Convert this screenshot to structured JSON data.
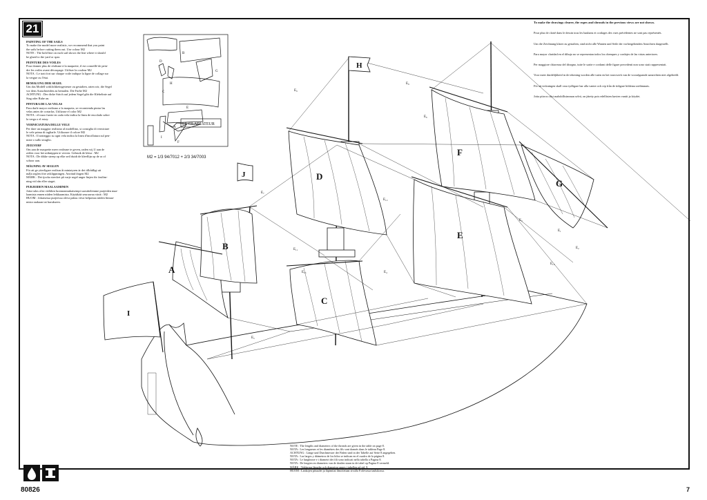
{
  "page": {
    "step_number": "21",
    "catalog_number": "80826",
    "page_number": "7",
    "formula": "M2 = 1/3 94/7012 + 2/3 34/7003"
  },
  "left_instructions": [
    {
      "heading": "PAINTING OF THE SAILS",
      "lines": [
        "To make the model more realistic, we recommend that you paint",
        "the sails before cutting them out. Use colour M2",
        "NOTE : The bold line on each sail shows the line where it should",
        "be glued to the yard or spar."
      ]
    },
    {
      "heading": "PEINTURE DES VOILES",
      "lines": [
        "Pour donner plus de réalisme à la maquette, il est conseillé de pein-",
        "dre les voiles avant découpage. Utiliser la couleur M2",
        "NOTA : Le trait fort sur chaque voile indique la ligne de collage sur",
        "la vergue ou l'étai."
      ]
    },
    {
      "heading": "BEMALUNG DER SEGEL",
      "lines": [
        "Um das Modell wirklichkeitsgetreuer zu gestalten, raten wir, die Segel",
        "vor dem Ausschneiden zu bemalen. Die Farbe M2",
        "ACHTUNG : Der dicke Strich auf jedem Segel gibt die Klebelinie auf",
        "Stag oder Rahe an."
      ]
    },
    {
      "heading": "PINTURA DE LAS VELAS",
      "lines": [
        "Para darle mayor realismo a la maqueta, se recomienda pintar las",
        "velas antes de cortarlas. Utilizase el color M2",
        "NOTA : el trazo fuerte en cada vela indica la línea de encolado sobre",
        "la verga o el estay."
      ]
    },
    {
      "heading": "VERNICIATURA DELLE VELE",
      "lines": [
        "Per dare un maggior realismo al modellino, si consiglia di verniciare",
        "le vele prima di tagliarle. Utilizzare il colore M2",
        "NOTA : Il tratteggio su ogni vela indica la linea d'incollatura sul pen-",
        "none o sullo straglio."
      ]
    },
    {
      "heading": "ZEILVERF",
      "lines": [
        "Om aan de maquette meer realisme te geven, raden wij U aan de",
        "zeilen voor het uitknippen te verven. Gebruik de kleur : M2",
        "NOTA : De dikke streep op elke zeil duidt de kleeflijn op de ra of",
        "schoor aan."
      ]
    },
    {
      "heading": "MÅLNING AV SEGLEN",
      "lines": [
        "För att ge ytterligare realism åt miniatyren är det tillrådligt att",
        "måla seglen före avklippningen. Använd färgen M2",
        "MÄRK : Det tjocka strecket på varje segel anger linjen för fastlim-",
        "ning vid rån eller staget."
      ]
    },
    {
      "heading": "PURJEIDEN MAALAAMINEN",
      "lines": [
        "Jotta tulos olisi vieläkin luonnonmukaisempi suosittelemme purjeiden maa-",
        "laamista ennen niiden leikkaamista. Käytäkää seuraavaa väriä : M2",
        "HUOM : Jokaisessa purjeessa oleva paksu viiva helpottaa niiden liimaa-",
        "mista raakaan tai harukseen."
      ]
    }
  ],
  "right_notes": [
    "To make the drawings clearer, the ropes and shrouds in the previous views are not shown.",
    "Pour plus de clarté dans le dessin tous les haubans et cordages des vues précédentes ne sont pas représentés.",
    "Um die Zeichnung klarer zu gestalten, sind nicht alle Wanten und Seile der vorhergehenden Ansichten dargestellt.",
    "Para mayor claridad en el dibujo no se representan todos los obenques y cordajes de las vistas anteriores.",
    "Per maggiore chiarezza del disegno, tutte le sartie e cordami delle figure precedenti non sono stati rappresentati.",
    "Voor meer duidelijkheid in de tekening worden alle tuien en het touwwerk van de vooraf­gaande aanzichten niet afgebeeld.",
    "För att teckningen skall vara tydligare har alla vanter och rep från de tidigare bilderna utelämnats.",
    "Jotta piirros olisi mahdollisimman selvä, on jätetty pois edellisten kuvien vantit ja köydet."
  ],
  "bottom_notes": [
    "NOTE : The lengths and diameters of the threads are given in the table on page 8.",
    "NOTA : Les longueurs et les diamètres des fils sont donnés dans le tableau Page 8.",
    "ACHTUNG : Länge und Durchmesser der Fäden sind in der Tabelle auf Seite 8 angegeben.",
    "NOTA : Las largos y diámetros de los hilos se indican en el cuadro de la página 8.",
    "NOTA : Le lunghezze e i diametri dei fili sono indicati nella tabella a Pagina 8.",
    "NOTA : De lengten en diameters van de draden staan in de tabel op Pagina 8 vermeld.",
    "MÄRK : Trådarnas längder och diametrar anges i tabellen på sid. 8.",
    "HUOM : Lankojen pituudet ja läpimitat ilmoitetaan sivulla 8 olevassa taulukossa."
  ],
  "sail_sheet": {
    "name": "LE GLADIATEUR",
    "letters": [
      "B",
      "D",
      "G",
      "H",
      "C",
      "E",
      "A",
      "I",
      "F"
    ]
  },
  "sail_letters": [
    "A",
    "B",
    "C",
    "D",
    "E",
    "F",
    "G"
  ],
  "flag_letters": [
    "H",
    "I",
    "J"
  ],
  "rigging_labels": {
    "e1": "E₁",
    "e2": "E₂",
    "e3": "E₃",
    "e4": "E₄",
    "e5": "E₅",
    "e6": "E₆",
    "e7": "E₇",
    "e8": "E₈",
    "e9": "E₉",
    "e10": "E₁₀",
    "e11": "E₁₁",
    "e12": "E₁₂",
    "e13": "E₁₃"
  },
  "icons": [
    "paint-drop-icon",
    "thread-spool-icon"
  ]
}
